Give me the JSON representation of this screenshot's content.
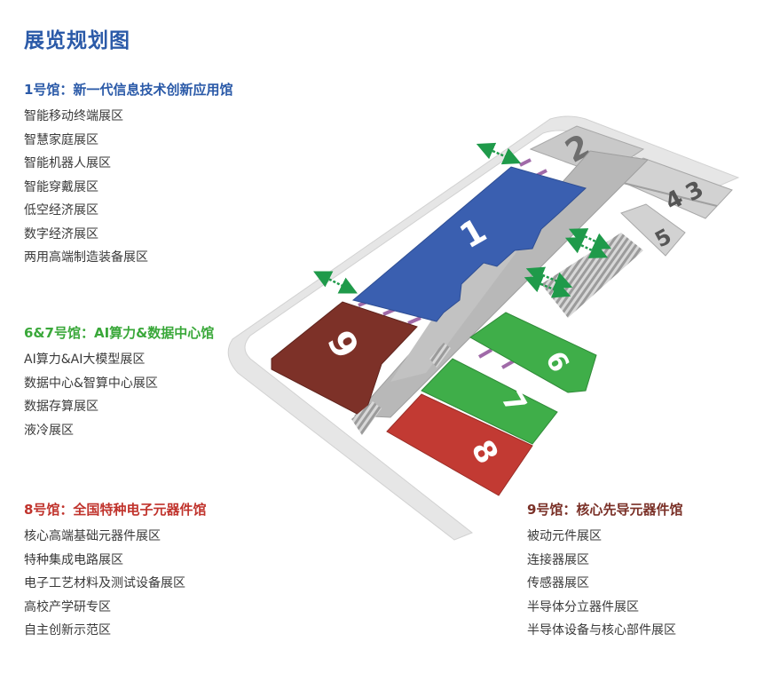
{
  "page_title": "展览规划图",
  "sections": {
    "hall1": {
      "title": "1号馆：新一代信息技术创新应用馆",
      "items": [
        "智能移动终端展区",
        "智慧家庭展区",
        "智能机器人展区",
        "智能穿戴展区",
        "低空经济展区",
        "数字经济展区",
        "两用高端制造装备展区"
      ]
    },
    "hall67": {
      "title": "6&7号馆：AI算力&数据中心馆",
      "items": [
        "AI算力&AI大模型展区",
        "数据中心&智算中心展区",
        "数据存算展区",
        "液冷展区"
      ]
    },
    "hall8": {
      "title": "8号馆：全国特种电子元器件馆",
      "items": [
        "核心高端基础元器件展区",
        "特种集成电路展区",
        "电子工艺材料及测试设备展区",
        "高校产学研专区",
        "自主创新示范区"
      ]
    },
    "hall9": {
      "title": "9号馆：核心先导元器件馆",
      "items": [
        "被动元件展区",
        "连接器展区",
        "传感器展区",
        "半导体分立器件展区",
        "半导体设备与核心部件展区"
      ]
    }
  },
  "map": {
    "halls": {
      "h1": "1",
      "h2": "2",
      "h3": "3",
      "h4": "4",
      "h5": "5",
      "h6": "6",
      "h7": "7",
      "h8": "8",
      "h9": "9"
    },
    "colors": {
      "hall1": "#3a5fb0",
      "hall67": "#3fae49",
      "hall8": "#c23a33",
      "hall9": "#7d3128",
      "gray": "#c9c9c9",
      "arrow": "#1f9a4a"
    }
  }
}
